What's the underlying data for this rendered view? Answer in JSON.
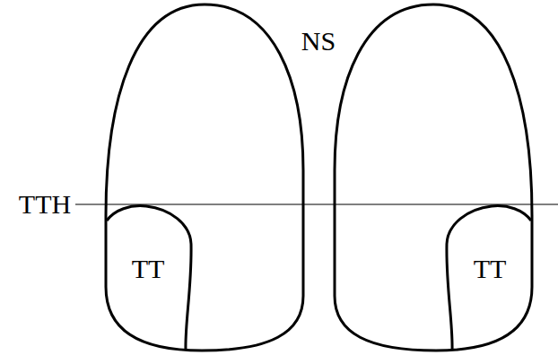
{
  "diagram": {
    "nodes": [
      {
        "text": [
          "TT"
        ]
      },
      {
        "text": [
          "TT"
        ]
      }
    ],
    "labels": [
      "NS",
      "TTH"
    ]
  }
}
